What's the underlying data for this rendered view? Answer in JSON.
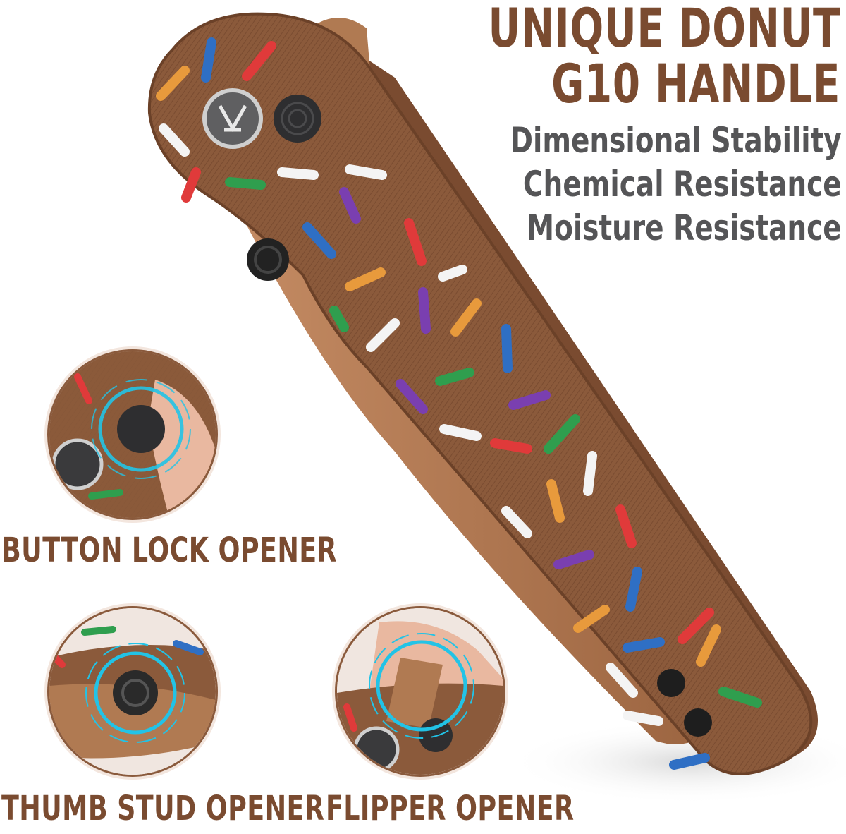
{
  "headline": {
    "line1": "UNIQUE DONUT",
    "line2": "G10 HANDLE"
  },
  "features": [
    "Dimensional Stability",
    "Chemical Resistance",
    "Moisture Resistance"
  ],
  "callouts": {
    "button_lock": "BUTTON LOCK OPENER",
    "thumb_stud": "THUMB STUD OPENER",
    "flipper": "FLIPPER OPENER"
  },
  "colors": {
    "title_brown": "#7a4b30",
    "feature_gray": "#555557",
    "handle_brown": "#8a5a3c",
    "blade_bronze": "#b9805a",
    "highlight_cyan": "#22c3e6"
  },
  "icons": {
    "logo": "knife-brand-logo-icon",
    "button": "button-lock-icon",
    "thumb_stud": "thumb-stud-icon",
    "screw": "screw-icon"
  }
}
